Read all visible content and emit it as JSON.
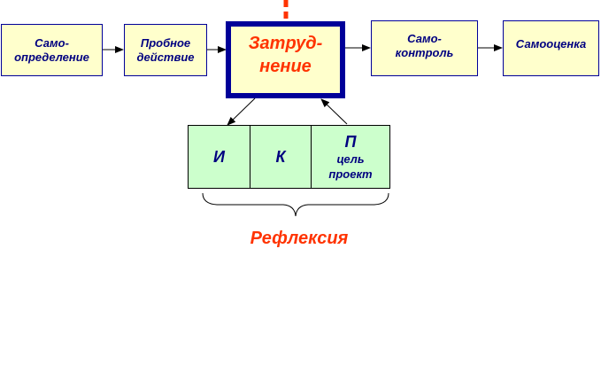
{
  "flow": {
    "self_determination": "Само-\nопределение",
    "trial_action": "Пробное\nдействие",
    "difficulty": "Затруд-\nнение",
    "self_control": "Само-\nконтроль",
    "self_assessment": "Самооценка"
  },
  "reflection_table": {
    "cell_1": "И",
    "cell_2": "К",
    "cell_3_letter": "П",
    "cell_3_line1": "цель",
    "cell_3_line2": "проект"
  },
  "reflection_label": "Рефлексия",
  "colors": {
    "box_fill": "#ffffcc",
    "border": "#000099",
    "accent": "#ff3300",
    "cell_fill": "#ccffcc"
  }
}
